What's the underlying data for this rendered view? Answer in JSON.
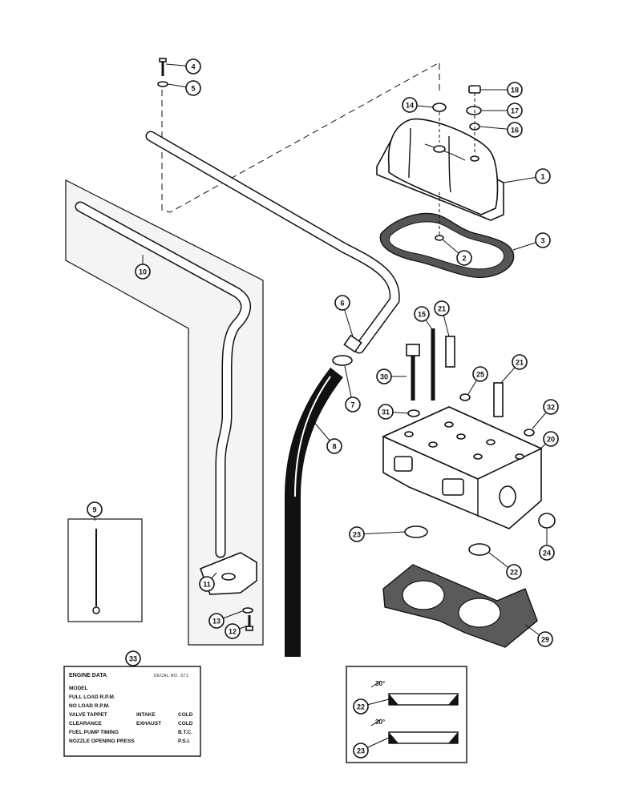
{
  "callouts": [
    "4",
    "5",
    "18",
    "14",
    "17",
    "16",
    "1",
    "3",
    "2",
    "10",
    "6",
    "7",
    "8",
    "15",
    "21",
    "21",
    "30",
    "25",
    "31",
    "32",
    "20",
    "9",
    "11",
    "13",
    "12",
    "23",
    "24",
    "22",
    "29",
    "33",
    "22",
    "23"
  ],
  "decal": {
    "title": "ENGINE DATA",
    "number": "DECAL NO. 371",
    "rows": [
      {
        "left": "MODEL",
        "mid": "",
        "right": ""
      },
      {
        "left": "FULL LOAD R.P.M.",
        "mid": "",
        "right": ""
      },
      {
        "left": "NO LOAD R.P.M.",
        "mid": "",
        "right": ""
      },
      {
        "left": "VALVE TAPPET",
        "mid": "INTAKE",
        "right": "COLD"
      },
      {
        "left": "    CLEARANCE",
        "mid": "EXHAUST",
        "right": "COLD"
      },
      {
        "left": "FUEL PUMP TIMING",
        "mid": "",
        "right": "B.T.C."
      },
      {
        "left": "NOZZLE OPENING PRESS",
        "mid": "",
        "right": "P.S.I."
      }
    ]
  },
  "seat_detail": {
    "angle_top": "30°",
    "angle_bottom": "30°"
  }
}
